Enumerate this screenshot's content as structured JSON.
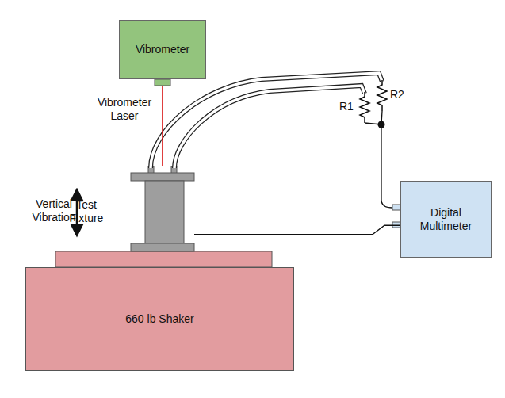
{
  "diagram": {
    "nodes": [
      {
        "text": [
          "Vibrometer"
        ]
      },
      {
        "text": [
          "Test Fixture"
        ]
      },
      {
        "text": [
          "Digital Multimeter"
        ]
      },
      {
        "text": [
          "660 lb Shaker"
        ]
      }
    ],
    "edges": [
      {
        "from": 0,
        "to": 1,
        "arrow": "none"
      },
      {
        "from": 1,
        "to": 2,
        "arrow": "none"
      }
    ],
    "labels": [
      "Vibrometer Laser",
      "R1",
      "R2",
      "Vertical Vibration"
    ]
  }
}
